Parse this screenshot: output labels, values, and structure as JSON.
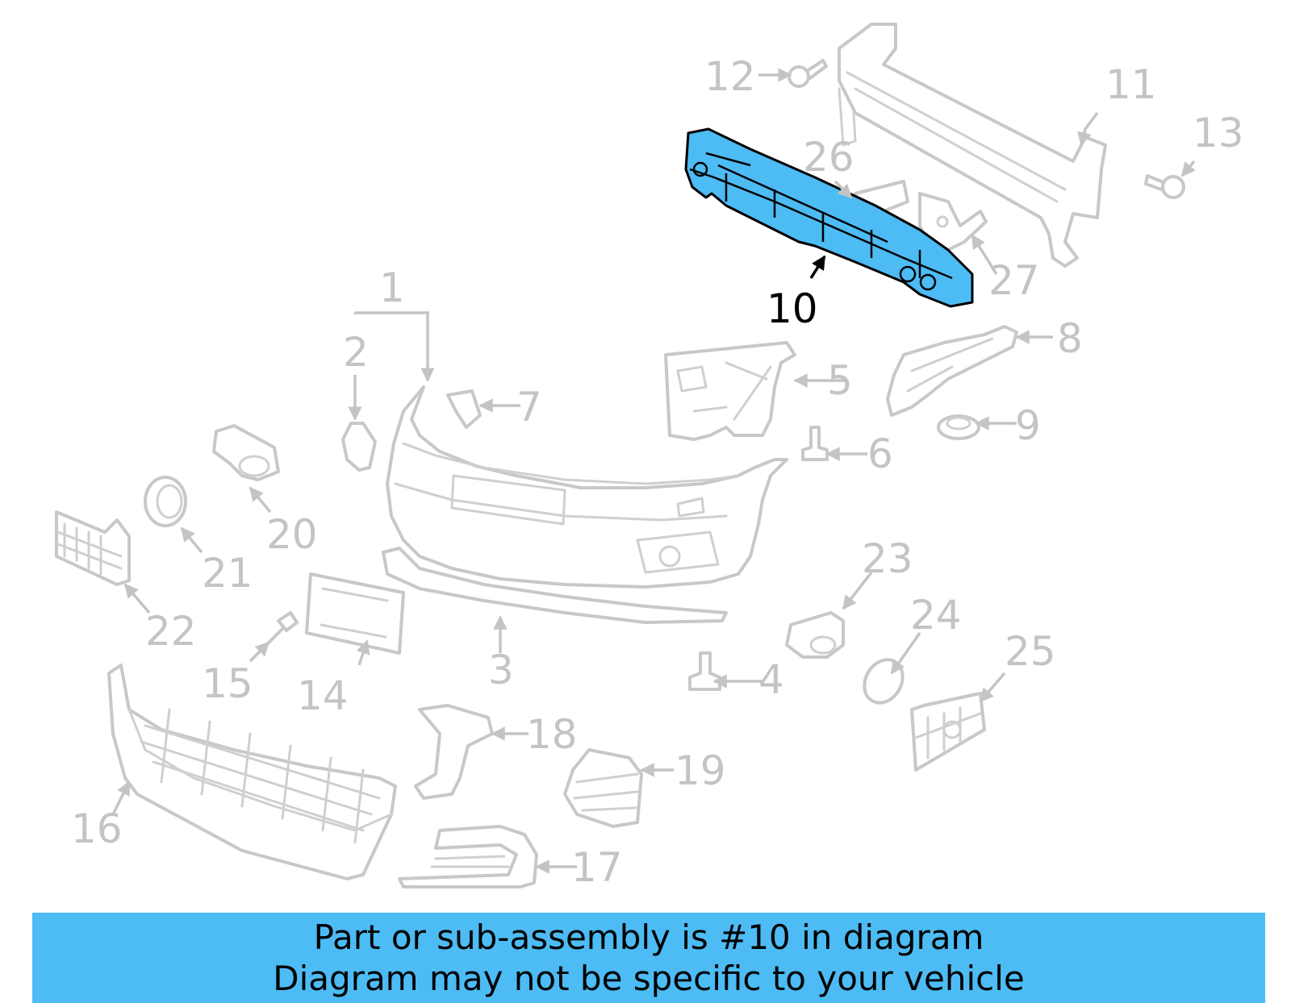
{
  "highlight_color": "#4dbbf4",
  "caption_bg": "#4dbbf4",
  "highlighted_part": "10",
  "callouts": [
    "1",
    "2",
    "3",
    "4",
    "5",
    "6",
    "7",
    "8",
    "9",
    "10",
    "11",
    "12",
    "13",
    "14",
    "15",
    "16",
    "17",
    "18",
    "19",
    "20",
    "21",
    "22",
    "23",
    "24",
    "25",
    "26",
    "27"
  ],
  "caption": {
    "line1": "Part or sub-assembly is #10 in diagram",
    "line2": "Diagram may not be specific to your vehicle"
  }
}
